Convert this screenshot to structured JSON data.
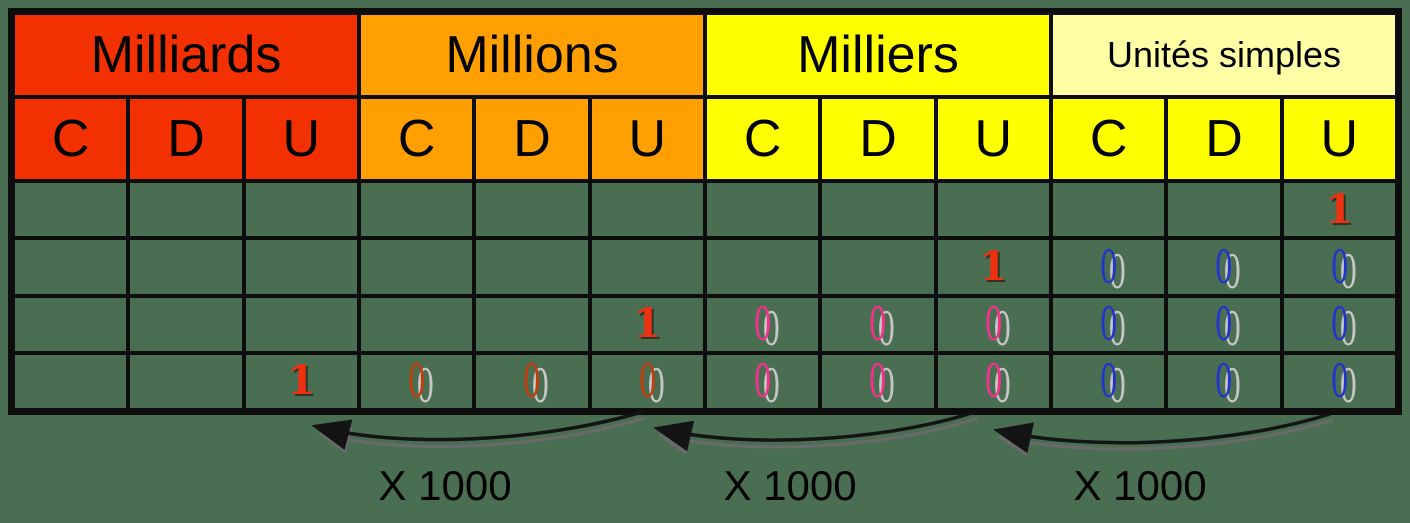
{
  "colors": {
    "background": "#4A6E52",
    "grid_line": "#0d0d0d",
    "milliards": "#F23000",
    "millions": "#FFA000",
    "milliers": "#FFFF00",
    "unites_header": "#FFFFA6",
    "unites_cells": "#FFFF00",
    "digit_one": "#EE3110",
    "zero_millions": "#C13D0E",
    "zero_milliers": "#F5308C",
    "zero_unites": "#2334CB",
    "zero_shadow": "#C6C6C6",
    "arrow": "#141414",
    "arrow_shadow": "#6A6A6A",
    "label_text": "#000000"
  },
  "groups": [
    {
      "id": "milliards",
      "label": "Milliards",
      "color_key": "milliards",
      "small": false
    },
    {
      "id": "millions",
      "label": "Millions",
      "color_key": "millions",
      "small": false
    },
    {
      "id": "milliers",
      "label": "Milliers",
      "color_key": "milliers",
      "small": false
    },
    {
      "id": "unites",
      "label": "Unités simples",
      "color_key": "unites_header",
      "small": true
    }
  ],
  "subheader_letters": [
    "C",
    "D",
    "U",
    "C",
    "D",
    "U",
    "C",
    "D",
    "U",
    "C",
    "D",
    "U"
  ],
  "subheader_color_keys": [
    "milliards",
    "milliards",
    "milliards",
    "millions",
    "millions",
    "millions",
    "milliers",
    "milliers",
    "milliers",
    "unites_cells",
    "unites_cells",
    "unites_cells"
  ],
  "rows": [
    [
      null,
      null,
      null,
      null,
      null,
      null,
      null,
      null,
      null,
      null,
      null,
      {
        "d": "1",
        "kind": "one",
        "color": "digit_one"
      }
    ],
    [
      null,
      null,
      null,
      null,
      null,
      null,
      null,
      null,
      {
        "d": "1",
        "kind": "one",
        "color": "digit_one"
      },
      {
        "d": "0",
        "kind": "zero",
        "color": "zero_unites"
      },
      {
        "d": "0",
        "kind": "zero",
        "color": "zero_unites"
      },
      {
        "d": "0",
        "kind": "zero",
        "color": "zero_unites"
      }
    ],
    [
      null,
      null,
      null,
      null,
      null,
      {
        "d": "1",
        "kind": "one",
        "color": "digit_one"
      },
      {
        "d": "0",
        "kind": "zero",
        "color": "zero_milliers"
      },
      {
        "d": "0",
        "kind": "zero",
        "color": "zero_milliers"
      },
      {
        "d": "0",
        "kind": "zero",
        "color": "zero_milliers"
      },
      {
        "d": "0",
        "kind": "zero",
        "color": "zero_unites"
      },
      {
        "d": "0",
        "kind": "zero",
        "color": "zero_unites"
      },
      {
        "d": "0",
        "kind": "zero",
        "color": "zero_unites"
      }
    ],
    [
      null,
      null,
      {
        "d": "1",
        "kind": "one",
        "color": "digit_one"
      },
      {
        "d": "0",
        "kind": "zero",
        "color": "zero_millions"
      },
      {
        "d": "0",
        "kind": "zero",
        "color": "zero_millions"
      },
      {
        "d": "0",
        "kind": "zero",
        "color": "zero_millions"
      },
      {
        "d": "0",
        "kind": "zero",
        "color": "zero_milliers"
      },
      {
        "d": "0",
        "kind": "zero",
        "color": "zero_milliers"
      },
      {
        "d": "0",
        "kind": "zero",
        "color": "zero_milliers"
      },
      {
        "d": "0",
        "kind": "zero",
        "color": "zero_unites"
      },
      {
        "d": "0",
        "kind": "zero",
        "color": "zero_unites"
      },
      {
        "d": "0",
        "kind": "zero",
        "color": "zero_unites"
      }
    ]
  ],
  "multiply_labels": [
    "X 1000",
    "X 1000",
    "X 1000"
  ]
}
